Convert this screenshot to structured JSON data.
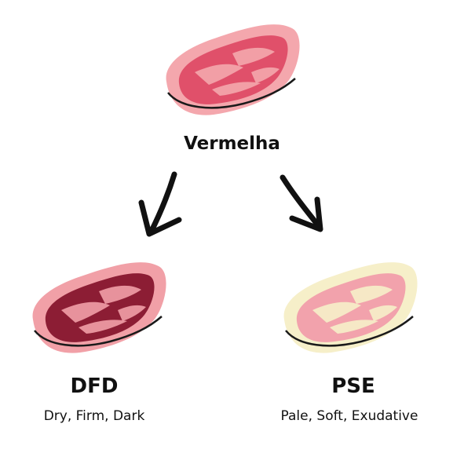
{
  "diagram": {
    "top": {
      "label": "Vermelha"
    },
    "left": {
      "label": "DFD",
      "sublabel": "Dry, Firm, Dark"
    },
    "right": {
      "label": "PSE",
      "sublabel": "Pale, Soft, Exudative"
    }
  },
  "colors": {
    "vermelha_fat": "#f4a7ad",
    "vermelha_meat": "#e0506a",
    "dfd_fat": "#f1a0a7",
    "dfd_meat": "#8c1d34",
    "pse_fat": "#f6efc9",
    "pse_meat": "#f2a2ac",
    "outline": "#1a1a1a"
  },
  "icons": {
    "top": "steak-icon",
    "left": "steak-icon",
    "right": "steak-icon",
    "arrows": "down-arrow-icon"
  }
}
